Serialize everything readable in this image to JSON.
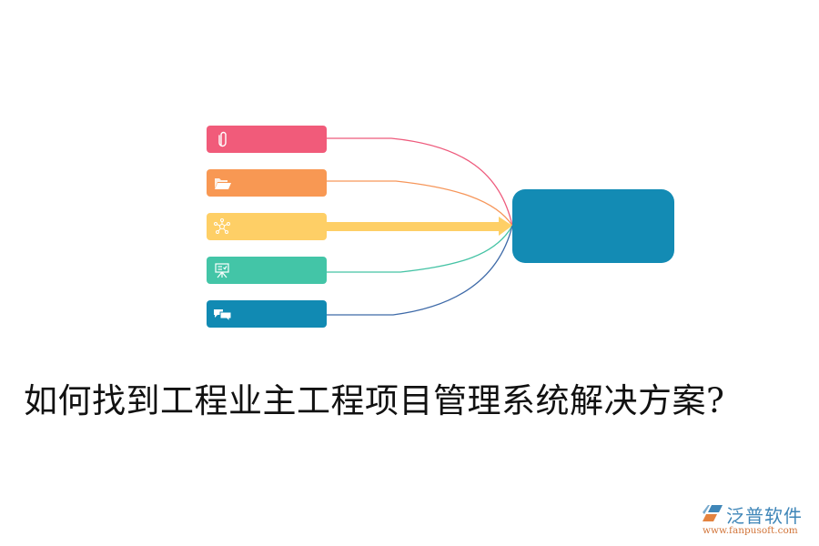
{
  "diagram": {
    "nodes": [
      {
        "id": "node-1",
        "icon": "paperclip-icon",
        "color": "#f15b7a",
        "label": ""
      },
      {
        "id": "node-2",
        "icon": "folder-open-icon",
        "color": "#f89853",
        "label": ""
      },
      {
        "id": "node-3",
        "icon": "network-icon",
        "color": "#fecf66",
        "label": ""
      },
      {
        "id": "node-4",
        "icon": "presentation-board-icon",
        "color": "#43c5a7",
        "label": ""
      },
      {
        "id": "node-5",
        "icon": "chat-bubbles-icon",
        "color": "#118ab3",
        "label": ""
      }
    ],
    "hub": {
      "color": "#138bb4",
      "label": ""
    },
    "links": [
      {
        "from": "node-1",
        "to": "hub",
        "color": "#ee5a7c"
      },
      {
        "from": "node-2",
        "to": "hub",
        "color": "#f6965a"
      },
      {
        "from": "node-3",
        "to": "hub",
        "color": "#fecf66",
        "style": "arrow"
      },
      {
        "from": "node-4",
        "to": "hub",
        "color": "#45c3a5"
      },
      {
        "from": "node-5",
        "to": "hub",
        "color": "#3e6aa8"
      }
    ]
  },
  "title": "如何找到工程业主工程项目管理系统解决方案?",
  "logo": {
    "name": "泛普软件",
    "url": "www.fanpusoft.com"
  }
}
